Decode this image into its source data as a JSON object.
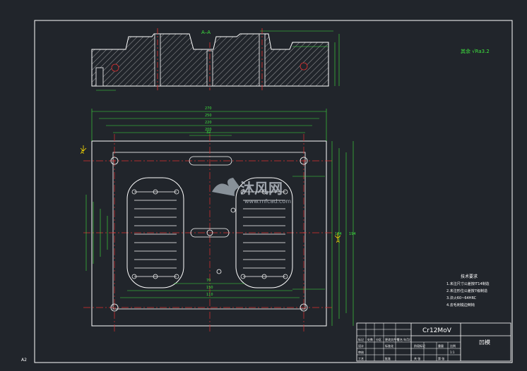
{
  "drawing": {
    "section_label": "A–A",
    "roughness_note": "其余 √Ra3.2",
    "sheet_size": "A2",
    "cut_marker": "A",
    "tech_notes_title": "技术要求",
    "tech_notes": [
      "1.未注尺寸公差按IT14制造",
      "2.未注形位公差按7级制造",
      "3.淬火60~64HRC",
      "4.去毛刺锐边倒钝"
    ],
    "dims": {
      "overall_width": "270",
      "width_2": "250",
      "width_3": "220",
      "width_4": "200",
      "height_1": "194",
      "height_2": "174",
      "inner_1": "70",
      "inner_2": "150",
      "inner_3": "110",
      "inner_4": "32"
    }
  },
  "title_block": {
    "material": "Cr12MoV",
    "part_name": "凹模",
    "headers": [
      "标记",
      "处数",
      "分区",
      "更改文件号",
      "签名",
      "年月日"
    ],
    "row2": [
      "设计",
      "",
      "标准化",
      "",
      "阶段标记",
      "重量",
      "比例"
    ],
    "row3": [
      "审核",
      "",
      "",
      "",
      "",
      "",
      "1:1"
    ],
    "row4": [
      "工艺",
      "",
      "批准",
      "",
      "共 张",
      "第 张"
    ]
  },
  "watermark": {
    "text": "沐风网",
    "url": "www.mfcad.com"
  },
  "colors": {
    "background": "#21252b",
    "frame": "#ffffff",
    "dimension": "#3ee63e",
    "center": "#e03030",
    "hatch": "#d8d8d8",
    "text": "#ffffff",
    "watermark": "#b6bcc4"
  }
}
